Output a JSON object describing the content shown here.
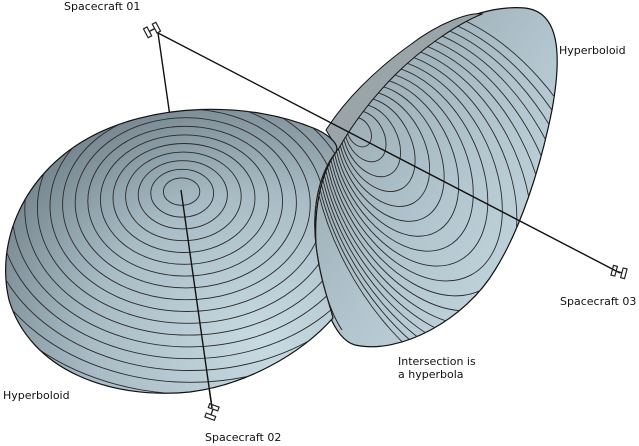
{
  "labels": {
    "spacecraft_01": "Spacecraft 01",
    "spacecraft_02": "Spacecraft 02",
    "spacecraft_03": "Spacecraft 03",
    "hyperboloid_left": "Hyperboloid",
    "hyperboloid_right": "Hyperboloid",
    "intersection": "Intersection is a hyperbola"
  },
  "colors": {
    "surface_light": "#c6d8e0",
    "surface_dark": "#7e8e97",
    "outline": "#111111",
    "rings": "#2a2a2a",
    "baseline": "#111111"
  },
  "icons": {
    "spacecraft": "satellite-icon"
  }
}
